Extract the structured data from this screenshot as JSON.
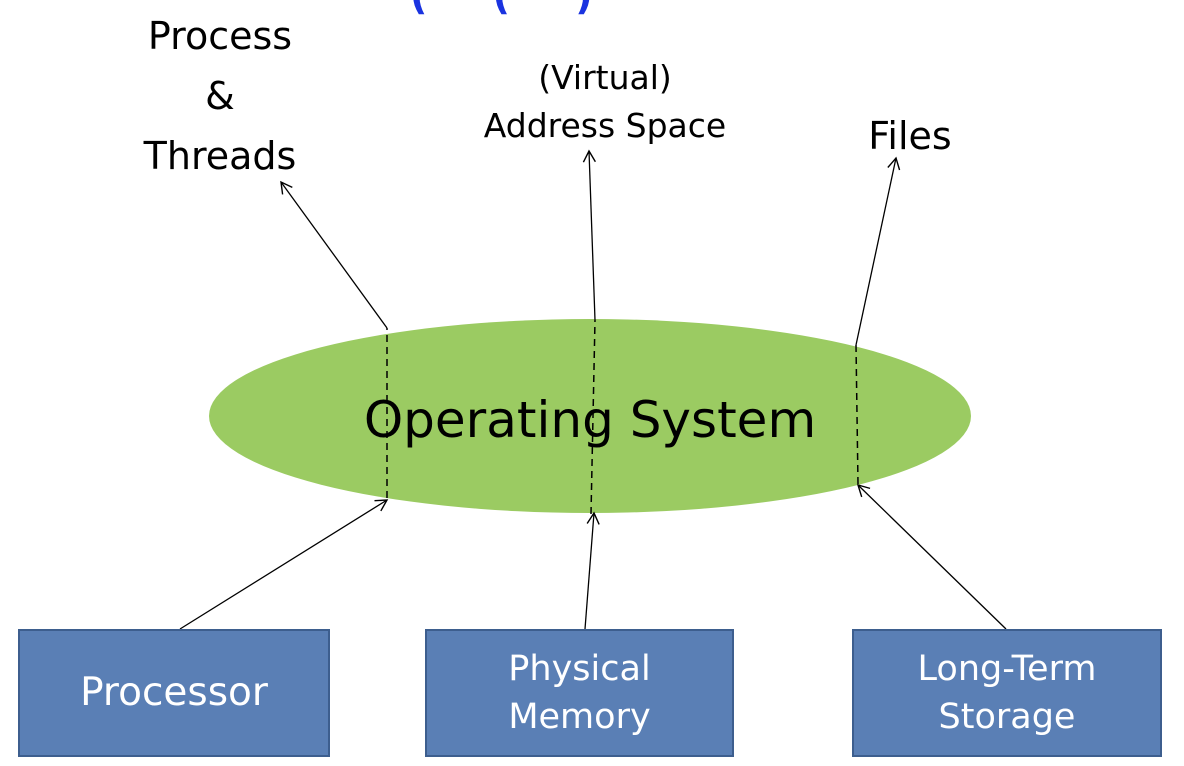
{
  "title_fragment": "( ( )",
  "os": {
    "label": "Operating System",
    "color": "#9bcb62"
  },
  "hardware": {
    "color": "#5a7fb5",
    "processor": {
      "label": "Processor"
    },
    "memory": {
      "line1": "Physical",
      "line2": "Memory"
    },
    "storage": {
      "line1": "Long-Term",
      "line2": "Storage"
    }
  },
  "abstractions": {
    "process": {
      "line1": "Process",
      "line2": "&",
      "line3": "Threads"
    },
    "address_space": {
      "line1": "(Virtual)",
      "line2": "Address Space"
    },
    "files": {
      "label": "Files"
    }
  }
}
